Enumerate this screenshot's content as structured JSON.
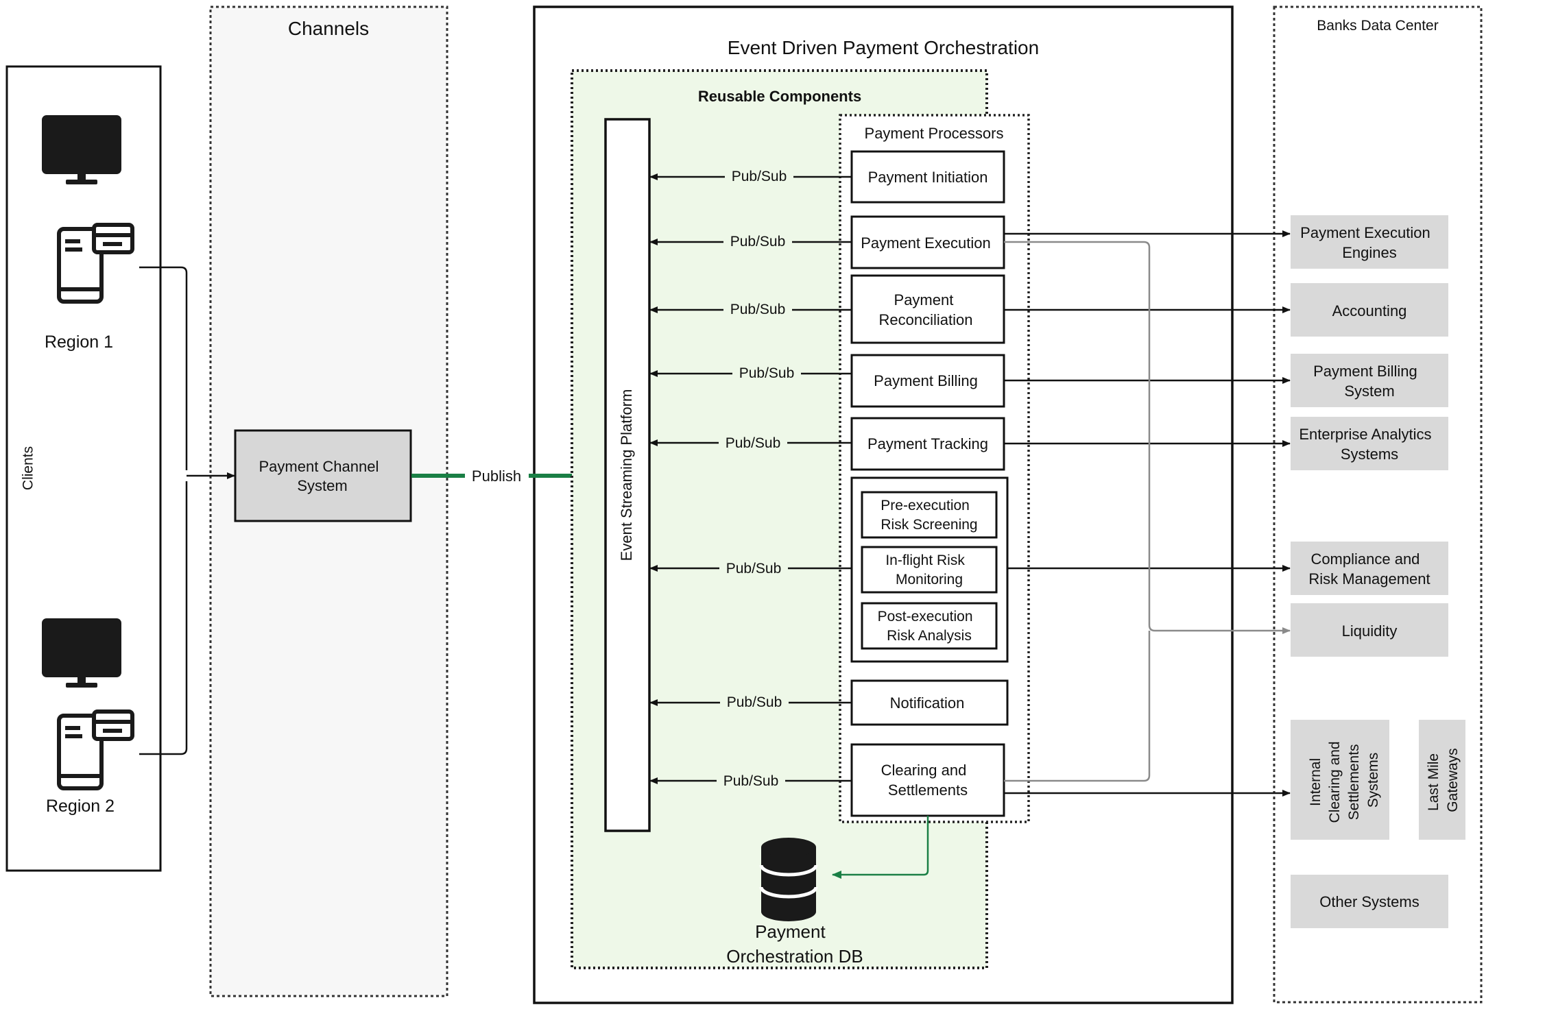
{
  "clients": {
    "label": "Clients",
    "region1": "Region 1",
    "region2": "Region 2"
  },
  "channels": {
    "title": "Channels",
    "system": [
      "Payment Channel",
      "System"
    ],
    "publish": "Publish"
  },
  "orchestration": {
    "title": "Event Driven Payment Orchestration",
    "reusable": "Reusable Components",
    "platform": "Event Streaming Platform",
    "processors_title": "Payment Processors",
    "pubsub": "Pub/Sub",
    "processors": {
      "initiation": [
        "Payment Initiation"
      ],
      "execution": [
        "Payment Execution"
      ],
      "reconciliation": [
        "Payment",
        "Reconciliation"
      ],
      "billing": [
        "Payment Billing"
      ],
      "tracking": [
        "Payment Tracking"
      ],
      "pre_risk": [
        "Pre-execution",
        "Risk Screening"
      ],
      "inflight_risk": [
        "In-flight Risk",
        "Monitoring"
      ],
      "post_risk": [
        "Post-execution",
        "Risk Analysis"
      ],
      "notification": [
        "Notification"
      ],
      "clearing": [
        "Clearing and",
        "Settlements"
      ]
    },
    "db": [
      "Payment",
      "Orchestration DB"
    ]
  },
  "bank": {
    "title": "Banks Data Center",
    "systems": {
      "execution_engines": [
        "Payment Execution",
        "Engines"
      ],
      "accounting": [
        "Accounting"
      ],
      "billing": [
        "Payment Billing",
        "System"
      ],
      "analytics": [
        "Enterprise Analytics",
        "Systems"
      ],
      "compliance": [
        "Compliance and",
        "Risk Management"
      ],
      "liquidity": [
        "Liquidity"
      ],
      "internal_clearing": [
        "Internal",
        "Clearing and",
        "Settlements",
        "Systems"
      ],
      "last_mile": [
        "Last Mile",
        "Gateways"
      ],
      "other": [
        "Other Systems"
      ]
    }
  },
  "colors": {
    "green_arrow": "#1a7f45",
    "reusable_bg": "#eef8e8",
    "system_box": "#d7d7d7",
    "bank_box": "#d9d9d9",
    "panel_bg": "#f7f7f7",
    "gray_line": "#8a8a8a"
  }
}
